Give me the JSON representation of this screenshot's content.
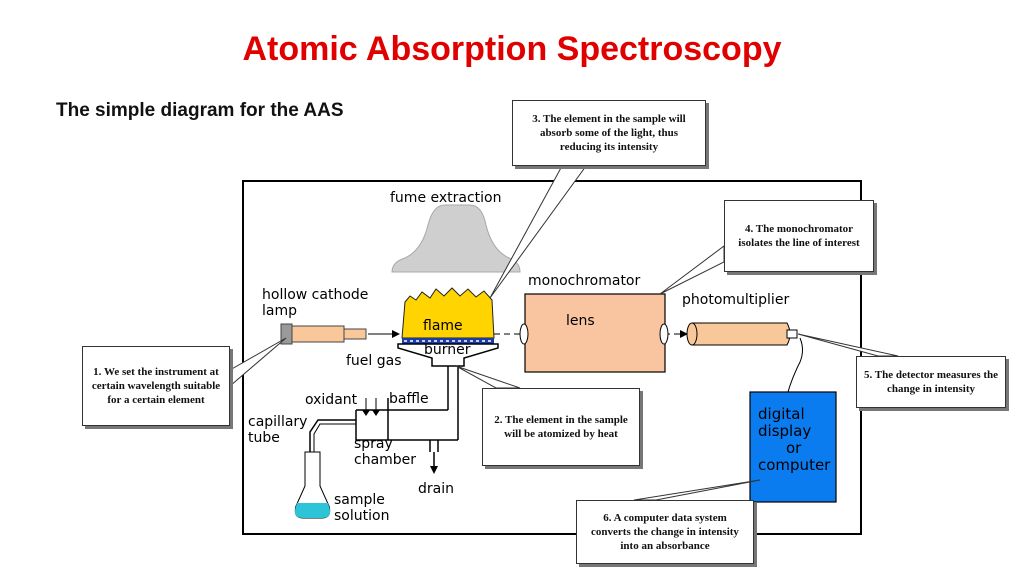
{
  "title": "Atomic Absorption Spectroscopy",
  "subtitle": "The simple  diagram for the AAS",
  "labels": {
    "fume_extraction": "fume extraction",
    "hollow_cathode_lamp_line1": "hollow cathode",
    "hollow_cathode_lamp_line2": "lamp",
    "flame": "flame",
    "burner": "burner",
    "fuel_gas": "fuel gas",
    "oxidant": "oxidant",
    "baffle": "baffle",
    "capillary_tube_line1": "capillary",
    "capillary_tube_line2": "tube",
    "spray_chamber_line1": "spray",
    "spray_chamber_line2": "chamber",
    "drain": "drain",
    "sample_solution_line1": "sample",
    "sample_solution_line2": "solution",
    "monochromator": "monochromator",
    "lens": "lens",
    "photomultiplier": "photomultiplier",
    "digital_line1": "digital",
    "digital_line2": "display",
    "digital_line3": "or",
    "digital_line4": "computer"
  },
  "callouts": {
    "c1": "1. We set the instrument at certain wavelength suitable for a certain element",
    "c2": "2. The element in the sample will be atomized  by heat",
    "c3": "3. The element in the sample will absorb some of the light, thus reducing its intensity",
    "c4": "4. The monochromator isolates the line of interest",
    "c5": "5. The detector measures the change in intensity",
    "c6": "6. A computer data system converts the change in intensity into an  absorbance"
  },
  "colors": {
    "title": "#e00000",
    "lamp": "#f9c89a",
    "flame": "#ffd400",
    "monochromator": "#f9c4a0",
    "display": "#0a7cf0",
    "fume": "#d0d0d0"
  }
}
